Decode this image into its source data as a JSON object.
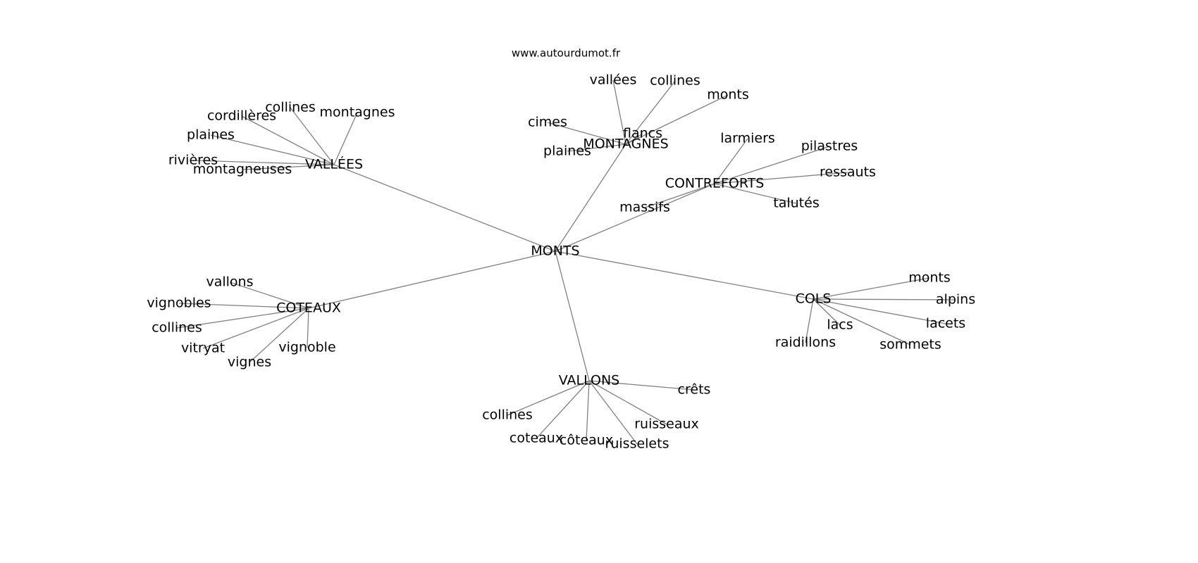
{
  "watermark": "www.autourdumot.fr",
  "graph": {
    "root": "MONTS",
    "edge_color": "#808080",
    "text_color": "#000000",
    "clusters": [
      {
        "hub": "VALLÉES",
        "words": [
          "collines",
          "montagnes",
          "cordillères",
          "plaines",
          "rivières",
          "montagneuses"
        ]
      },
      {
        "hub": "MONTAGNES",
        "words": [
          "vallées",
          "collines",
          "monts",
          "cimes",
          "flancs",
          "plaines"
        ]
      },
      {
        "hub": "CONTREFORTS",
        "words": [
          "larmiers",
          "pilastres",
          "ressauts",
          "talutés",
          "massifs"
        ]
      },
      {
        "hub": "COTEAUX",
        "words": [
          "vallons",
          "vignobles",
          "collines",
          "vitryat",
          "vignes",
          "vignoble"
        ]
      },
      {
        "hub": "COLS",
        "words": [
          "monts",
          "alpins",
          "lacets",
          "sommets",
          "lacs",
          "raidillons"
        ]
      },
      {
        "hub": "VALLONS",
        "words": [
          "crêts",
          "collines",
          "coteaux",
          "côteaux",
          "ruisselets",
          "ruisseaux"
        ]
      }
    ]
  }
}
